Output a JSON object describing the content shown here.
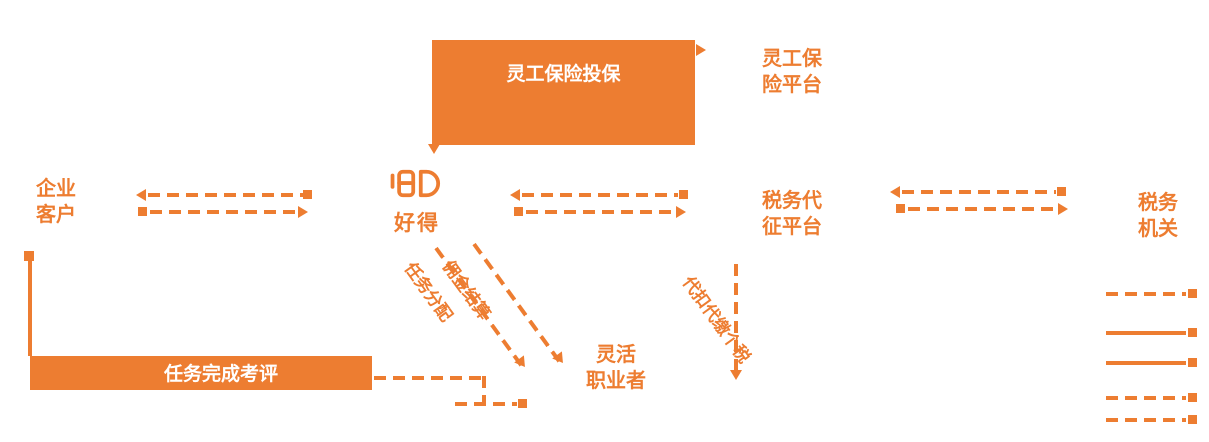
{
  "page": {
    "accent_color": "#ED7D31",
    "background_color": "#FFFFFF"
  },
  "logo": {
    "name": "好得"
  },
  "nodes": {
    "enterprise": {
      "line1": "企业",
      "line2": "客户"
    },
    "insurance": {
      "line1": "灵工保",
      "line2": "险平台"
    },
    "tax_agent": {
      "line1": "税务代",
      "line2": "征平台"
    },
    "tax_authority": {
      "line1": "税务",
      "line2": "机关"
    },
    "workers": {
      "line1": "灵活",
      "line2": "职业者"
    }
  },
  "banner": {
    "label": "灵工保险投保"
  },
  "review_bar": {
    "label": "任务完成考评"
  },
  "edge_labels": {
    "task_assign": "任务分配",
    "fee_settle": "佣金结算",
    "tax_withhold": "代扣代缴个税"
  }
}
